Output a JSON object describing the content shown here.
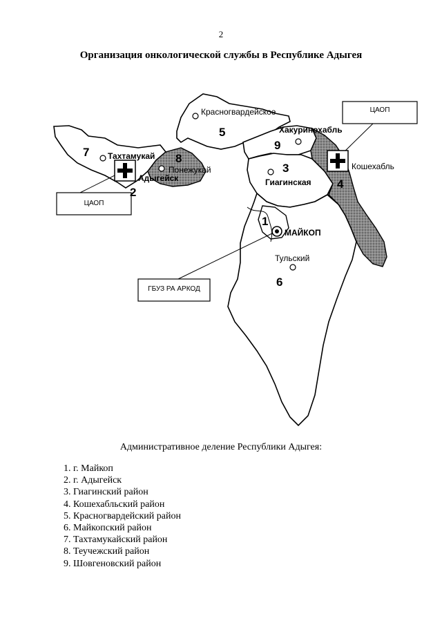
{
  "page_number": "2",
  "title": "Организация онкологической службы в Республике Адыгея",
  "map": {
    "callouts": {
      "caop_east": "ЦАОП",
      "caop_west": "ЦАОП",
      "hospital": "ГБУЗ РА АРКОД"
    },
    "places": {
      "krasnogvardeyskoe": "Красногвардейское",
      "khakurinokhabl": "Хакуринохабль",
      "takhtamukay": "Тахтамукай",
      "ponezhukay": "Понежукай",
      "adygeysk": "Адыгейск",
      "giaginskaya": "Гиагинская",
      "koshekhabl": "Кошехабль",
      "maykop": "МАЙКОП",
      "tulskiy": "Тульский"
    },
    "district_numbers": {
      "d1": "1",
      "d2": "2",
      "d3": "3",
      "d4": "4",
      "d5": "5",
      "d6": "6",
      "d7": "7",
      "d8": "8",
      "d9": "9"
    }
  },
  "legend": {
    "title": "Административное деление Республики Адыгея:",
    "items": [
      "1.  г. Майкоп",
      "2.  г. Адыгейск",
      "3.  Гиагинский район",
      "4.  Кошехабльский район",
      "5.  Красногвардейский район",
      "6.  Майкопский район",
      "7.  Тахтамукайский район",
      "8.  Теучежский район",
      "9.  Шовгеновский район"
    ]
  }
}
